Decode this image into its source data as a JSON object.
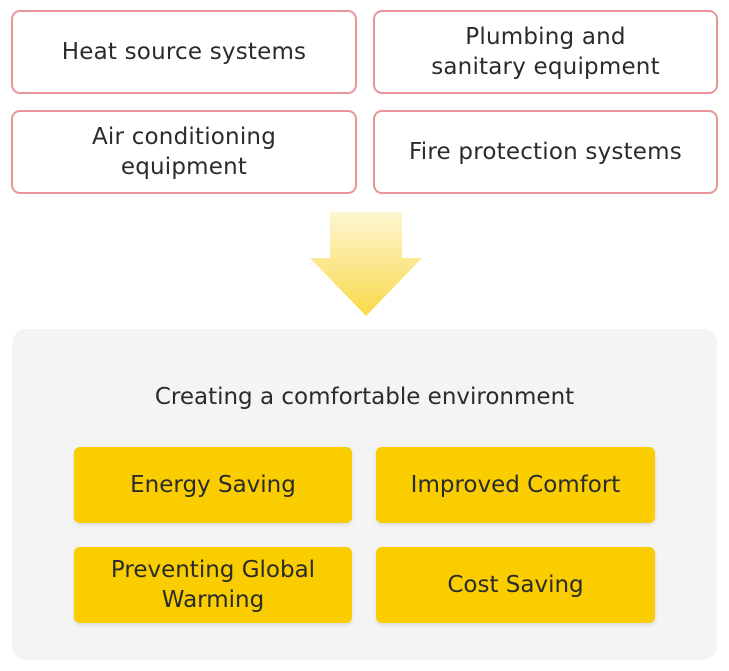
{
  "systems": [
    {
      "label": "Heat source systems"
    },
    {
      "label": "Plumbing and\nsanitary equipment"
    },
    {
      "label": "Air conditioning\nequipment"
    },
    {
      "label": "Fire protection systems"
    }
  ],
  "environment": {
    "title": "Creating a comfortable environment",
    "benefits": [
      {
        "label": "Energy Saving"
      },
      {
        "label": "Improved Comfort"
      },
      {
        "label": "Preventing Global\nWarming"
      },
      {
        "label": "Cost Saving"
      }
    ]
  },
  "colors": {
    "system_border": "#e8959a",
    "benefit_fill": "#f9cd00",
    "arrow_top": "#fdf6d2",
    "arrow_bottom": "#f9d94a",
    "panel_bg": "#f4f4f4"
  },
  "icons": {
    "flow_arrow": "down-arrow-icon"
  }
}
